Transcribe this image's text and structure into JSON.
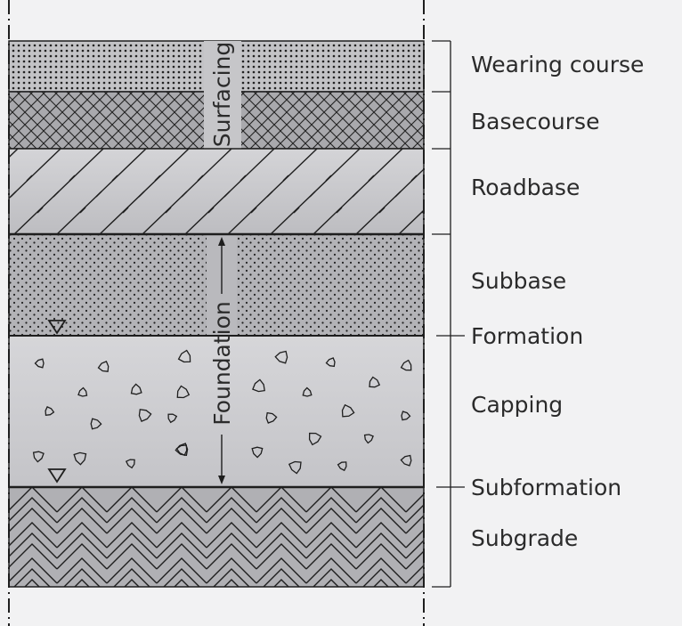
{
  "layers": [
    {
      "key": "wearing",
      "label": "Wearing course",
      "pattern": "dense-dots",
      "fill": "#c3c3c6"
    },
    {
      "key": "basecourse",
      "label": "Basecourse",
      "pattern": "crosshatch",
      "fill": "#a9a9ad"
    },
    {
      "key": "roadbase",
      "label": "Roadbase",
      "pattern": "diagonal-dashes",
      "fill": "#c9c9cc"
    },
    {
      "key": "subbase",
      "label": "Subbase",
      "pattern": "sparse-dots",
      "fill": "#b3b3b7"
    },
    {
      "key": "capping",
      "label": "Capping",
      "pattern": "aggregate",
      "fill": "#d2d2d5"
    },
    {
      "key": "subgrade",
      "label": "Subgrade",
      "pattern": "herringbone",
      "fill": "#b0b0b4"
    }
  ],
  "boundary_labels": {
    "formation": "Formation",
    "subformation": "Subformation"
  },
  "vertical_labels": {
    "surfacing": "Surfacing",
    "foundation": "Foundation"
  },
  "colors": {
    "background": "#f2f2f3",
    "line": "#1e1e1e",
    "text": "#2b2b2b"
  },
  "icons": [
    "water-table-triangle-icon",
    "water-table-triangle-icon"
  ]
}
